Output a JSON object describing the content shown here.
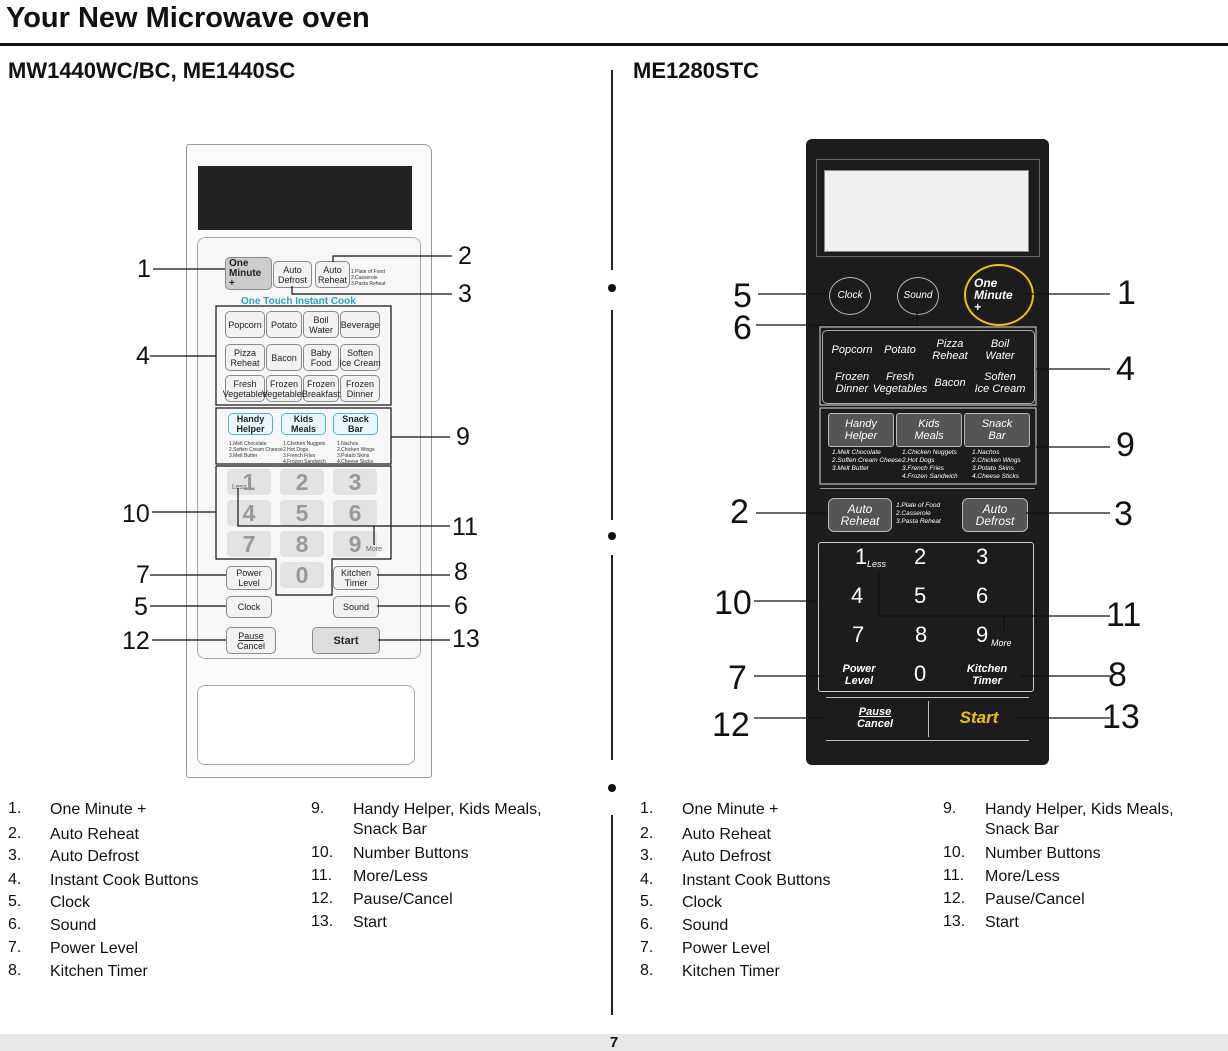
{
  "page_title": "Your New Microwave oven",
  "page_number": "7",
  "left": {
    "model": "MW1440WC/BC, ME1440SC",
    "panel": {
      "one_minute": [
        "One",
        "Minute",
        "+"
      ],
      "auto_defrost": [
        "Auto",
        "Defrost"
      ],
      "auto_reheat": [
        "Auto",
        "Reheat"
      ],
      "reheat_sub": "1.Plate of Food\n2.Casserole\n3.Pasta Reheat",
      "instant_cook_header": "One Touch Instant Cook",
      "instant": [
        "Popcorn",
        "Potato",
        "Boil\nWater",
        "Beverage",
        "Pizza\nReheat",
        "Bacon",
        "Baby\nFood",
        "Soften\nIce Cream",
        "Fresh\nVegetables",
        "Frozen\nVegetables",
        "Frozen\nBreakfast",
        "Frozen\nDinner"
      ],
      "handy_helper": "Handy\nHelper",
      "kids_meals": "Kids\nMeals",
      "snack_bar": "Snack\nBar",
      "handy_sub": "1.Melt Chocolate\n2.Soften Cream Cheese\n3.Melt Butter",
      "kids_sub": "1.Chicken Nuggets\n2.Hot Dogs\n3.French Fries\n4.Frozen Sandwich",
      "snack_sub": "1.Nachos\n2.Chicken Wings\n3.Potato Skins\n4.Cheese Sticks",
      "digits": [
        "1",
        "2",
        "3",
        "4",
        "5",
        "6",
        "7",
        "8",
        "9",
        "0"
      ],
      "less": "Less",
      "more": "More",
      "power_level": "Power\nLevel",
      "kitchen_timer": "Kitchen\nTimer",
      "clock": "Clock",
      "sound": "Sound",
      "pause": "Pause",
      "cancel": "Cancel",
      "start": "Start"
    },
    "callouts": [
      "1",
      "2",
      "3",
      "4",
      "9",
      "10",
      "11",
      "7",
      "8",
      "5",
      "6",
      "12",
      "13"
    ]
  },
  "right": {
    "model": "ME1280STC",
    "panel": {
      "clock": "Clock",
      "sound": "Sound",
      "one_minute": [
        "One",
        "Minute",
        "+"
      ],
      "instant": [
        "Popcorn",
        "Potato",
        "Pizza\nReheat",
        "Boil\nWater",
        "Frozen\nDinner",
        "Fresh\nVegetables",
        "Bacon",
        "Soften\nIce Cream"
      ],
      "handy_helper": "Handy\nHelper",
      "kids_meals": "Kids\nMeals",
      "snack_bar": "Snack\nBar",
      "handy_sub": "1.Melt Chocolate\n2.Soften Cream Cheese\n3.Melt Butter",
      "kids_sub": "1.Chicken Nuggets\n2.Hot Dogs\n3.French Fries\n4.Frozen Sandwich",
      "snack_sub": "1.Nachos\n2.Chicken Wings\n3.Potato Skins\n4.Cheese Sticks",
      "auto_reheat": "Auto\nReheat",
      "reheat_sub": "1.Plate of Food\n2.Casserole\n3.Pasta Reheat",
      "auto_defrost": "Auto\nDefrost",
      "digits": [
        "1",
        "2",
        "3",
        "4",
        "5",
        "6",
        "7",
        "8",
        "9",
        "0"
      ],
      "less": "Less",
      "more": "More",
      "power_level": "Power\nLevel",
      "kitchen_timer": "Kitchen\nTimer",
      "pause": "Pause",
      "cancel": "Cancel",
      "start": "Start"
    },
    "callouts": [
      "5",
      "6",
      "1",
      "4",
      "9",
      "2",
      "3",
      "10",
      "11",
      "7",
      "8",
      "12",
      "13"
    ]
  },
  "legend": {
    "col1": [
      {
        "n": "1.",
        "t": "One Minute +"
      },
      {
        "n": "2.",
        "t": "Auto Reheat"
      },
      {
        "n": "3.",
        "t": "Auto Defrost"
      },
      {
        "n": "4.",
        "t": "Instant Cook Buttons"
      },
      {
        "n": "5.",
        "t": "Clock"
      },
      {
        "n": "6.",
        "t": "Sound"
      },
      {
        "n": "7.",
        "t": "Power Level"
      },
      {
        "n": "8.",
        "t": "Kitchen Timer"
      }
    ],
    "col2": [
      {
        "n": "9.",
        "t": "Handy Helper, Kids Meals,\nSnack Bar"
      },
      {
        "n": "10.",
        "t": "Number Buttons"
      },
      {
        "n": "11.",
        "t": "More/Less"
      },
      {
        "n": "12.",
        "t": "Pause/Cancel"
      },
      {
        "n": "13.",
        "t": "Start"
      }
    ]
  }
}
